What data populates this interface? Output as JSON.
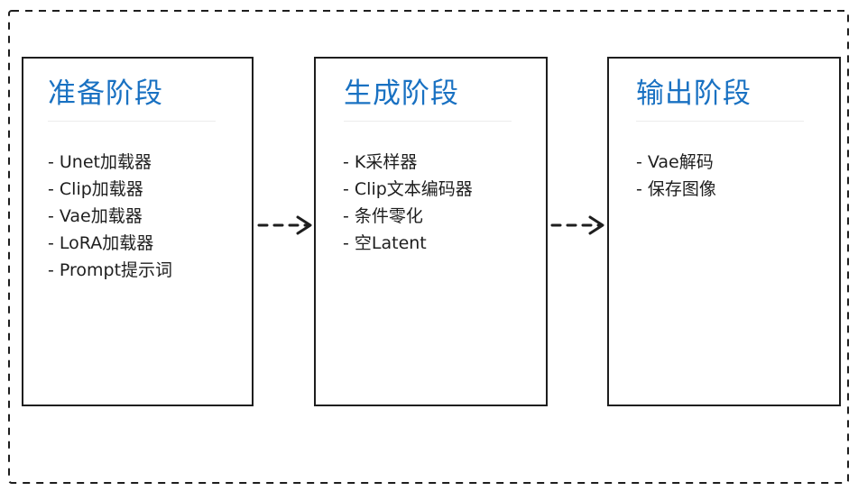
{
  "stages": [
    {
      "title": "准备阶段",
      "items": [
        "- Unet加载器",
        "- Clip加载器",
        "- Vae加载器",
        "- LoRA加载器",
        "- Prompt提示词"
      ]
    },
    {
      "title": "生成阶段",
      "items": [
        "- K采样器",
        "- Clip文本编码器",
        "- 条件零化",
        "- 空Latent"
      ]
    },
    {
      "title": "输出阶段",
      "items": [
        "- Vae解码",
        "- 保存图像"
      ]
    }
  ],
  "colors": {
    "title": "#1971c2",
    "stroke": "#1e1e1e",
    "divider": "#ececec"
  }
}
